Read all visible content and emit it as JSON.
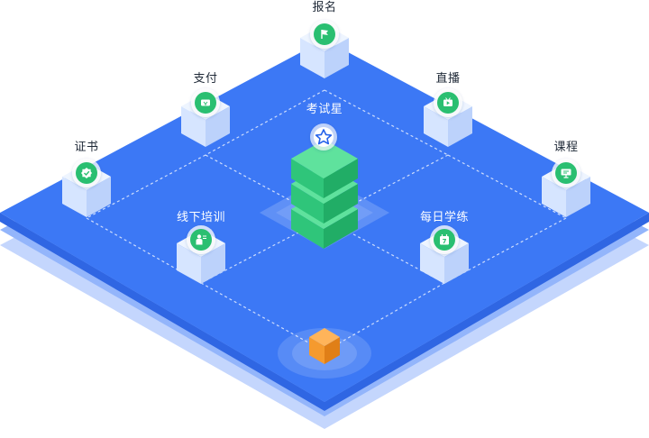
{
  "center": {
    "label": "考试星",
    "icon": "star-icon"
  },
  "nodes": [
    {
      "id": "signup",
      "label": "报名",
      "icon": "flag-icon"
    },
    {
      "id": "payment",
      "label": "支付",
      "icon": "ticket-icon"
    },
    {
      "id": "live",
      "label": "直播",
      "icon": "video-play-icon"
    },
    {
      "id": "certificate",
      "label": "证书",
      "icon": "badge-check-icon"
    },
    {
      "id": "course",
      "label": "课程",
      "icon": "presentation-icon"
    },
    {
      "id": "offline",
      "label": "线下培训",
      "icon": "trainer-icon"
    },
    {
      "id": "daily",
      "label": "每日学练",
      "icon": "calendar-icon",
      "icon_text": "7"
    }
  ],
  "colors": {
    "platform_top": "#3c78f5",
    "platform_edge": "#2f66e3",
    "layer_2": "#93b5fb",
    "layer_3": "#c4d6fd",
    "cube_top": "#eef5ff",
    "cube_left": "#d6e5ff",
    "cube_right": "#bcd2fb",
    "center_top": "#5fe29d",
    "center_left": "#2fc57a",
    "center_right": "#21ad66",
    "icon_badge": "#2bbf71",
    "orange_top": "#ffb45a",
    "orange_left": "#f59a2e",
    "orange_right": "#e07f17"
  }
}
